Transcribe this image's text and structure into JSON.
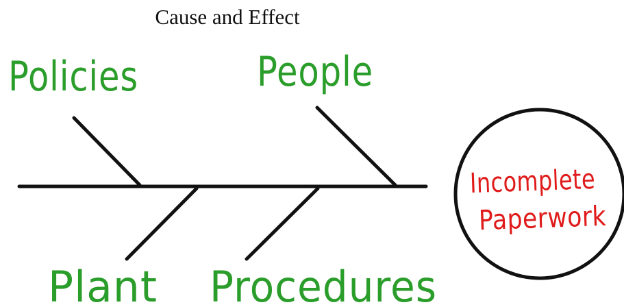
{
  "title": "Cause and Effect",
  "causes": [
    {
      "label": "Policies"
    },
    {
      "label": "People"
    },
    {
      "label": "Plant"
    },
    {
      "label": "Procedures"
    }
  ],
  "effect": {
    "line1": "Incomplete",
    "line2": "Paperwork"
  },
  "colors": {
    "cause_text": "#2a9d2a",
    "effect_text": "#e01b1b",
    "lines": "#111111"
  }
}
